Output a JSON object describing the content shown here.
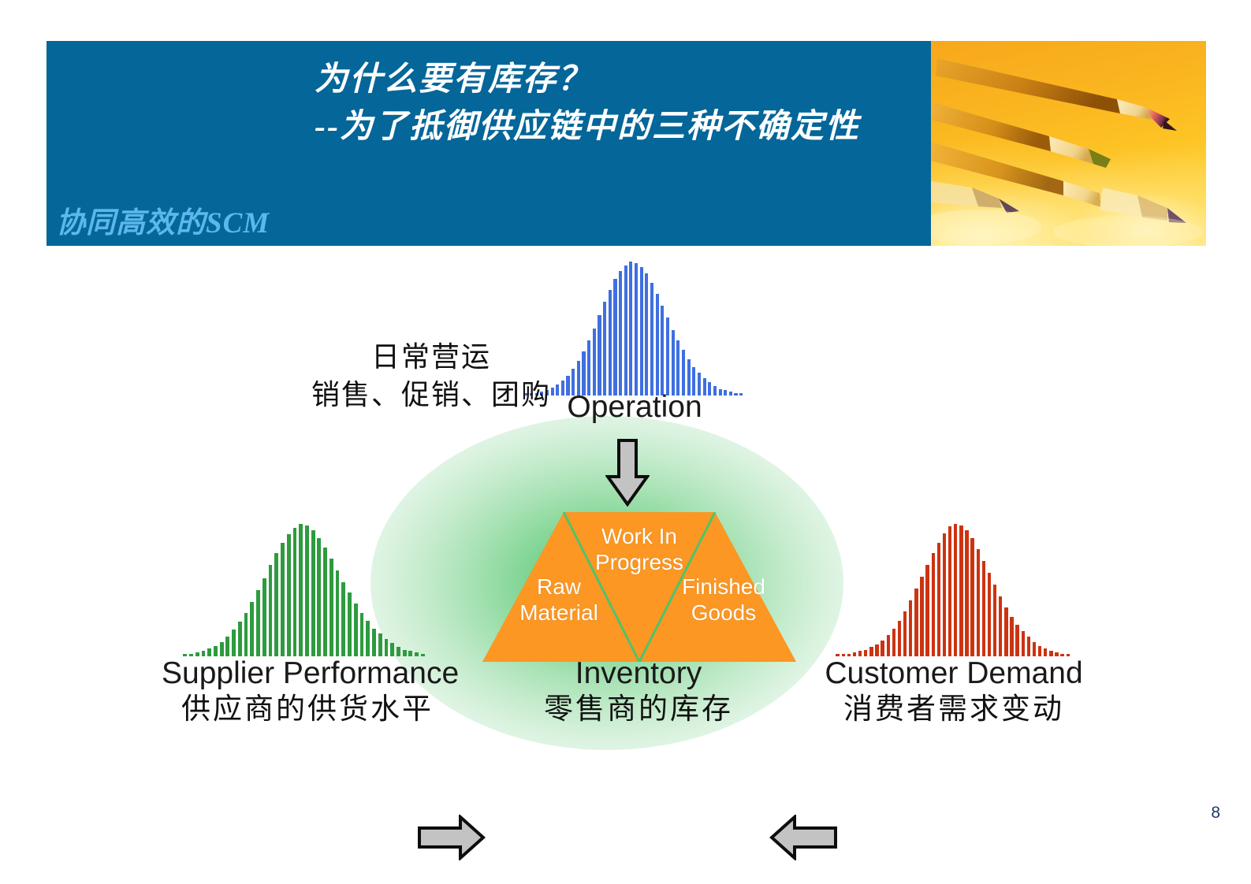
{
  "slide": {
    "page_number": "8",
    "header": {
      "brand_label": "协同高效的SCM",
      "title_line1": "为什么要有库存？",
      "title_line2": "--为了抵御供应链中的三种不确定性",
      "band_color": "#046699",
      "brand_color": "#5BB8E8",
      "photo_name": "colored-pencils-photo"
    },
    "diagram": {
      "annotation_daily": "日常营运\n销售、促销、团购",
      "annotation_daily_line1": "日常营运",
      "annotation_daily_line2": "销售、促销、团购",
      "glow_color": "#4FC36B",
      "curves": [
        {
          "id": "operation",
          "label_en": "Operation",
          "label_cn": "",
          "color": "#3F6FE0",
          "orientation": "top"
        },
        {
          "id": "supplier",
          "label_en": "Supplier Performance",
          "label_cn": "供应商的供货水平",
          "color": "#2E9B3E",
          "orientation": "left"
        },
        {
          "id": "customer",
          "label_en": "Customer Demand",
          "label_cn": "消费者需求变动",
          "color": "#CC3311",
          "orientation": "right"
        }
      ],
      "inventory": {
        "label_en": "Inventory",
        "label_cn": "零售商的库存",
        "fill_color": "#FB9722",
        "divider_color": "#4FC36B",
        "segments": [
          {
            "id": "wip",
            "label": "Work In\nProgress",
            "line1": "Work In",
            "line2": "Progress"
          },
          {
            "id": "raw",
            "label": "Raw\nMaterial",
            "line1": "Raw",
            "line2": "Material"
          },
          {
            "id": "finished",
            "label": "Finished\nGoods",
            "line1": "Finished",
            "line2": "Goods"
          }
        ]
      },
      "arrows": [
        {
          "id": "down",
          "direction": "down",
          "color": "#C3C3C3"
        },
        {
          "id": "left",
          "direction": "right",
          "color": "#C3C3C3"
        },
        {
          "id": "right",
          "direction": "left",
          "color": "#C3C3C3"
        }
      ]
    }
  },
  "chart_data": {
    "type": "bar",
    "title": "Three sources of supply-chain uncertainty (normal distributions)",
    "xlabel": "",
    "ylabel": "",
    "series": [
      {
        "name": "Operation",
        "color": "#3F6FE0",
        "values": [
          1,
          1,
          2,
          3,
          4,
          6,
          8,
          11,
          15,
          20,
          26,
          33,
          41,
          50,
          60,
          70,
          79,
          87,
          93,
          97,
          100,
          99,
          96,
          91,
          84,
          76,
          67,
          58,
          49,
          41,
          34,
          27,
          21,
          17,
          13,
          10,
          7,
          5,
          4,
          3,
          2,
          1
        ]
      },
      {
        "name": "Supplier Performance",
        "color": "#2E9B3E",
        "values": [
          1,
          2,
          3,
          4,
          6,
          8,
          11,
          15,
          20,
          26,
          33,
          41,
          50,
          59,
          69,
          78,
          86,
          92,
          97,
          100,
          99,
          95,
          89,
          82,
          74,
          65,
          56,
          48,
          40,
          33,
          27,
          21,
          17,
          13,
          10,
          7,
          5,
          4,
          3,
          2
        ]
      },
      {
        "name": "Customer Demand",
        "color": "#CC3311",
        "values": [
          1,
          1,
          2,
          3,
          4,
          5,
          7,
          9,
          12,
          16,
          21,
          27,
          34,
          42,
          51,
          60,
          69,
          78,
          86,
          93,
          98,
          100,
          99,
          95,
          89,
          81,
          72,
          63,
          54,
          45,
          37,
          30,
          24,
          19,
          15,
          11,
          8,
          6,
          4,
          3,
          2,
          1
        ]
      }
    ],
    "legend": "none",
    "grid": false
  }
}
